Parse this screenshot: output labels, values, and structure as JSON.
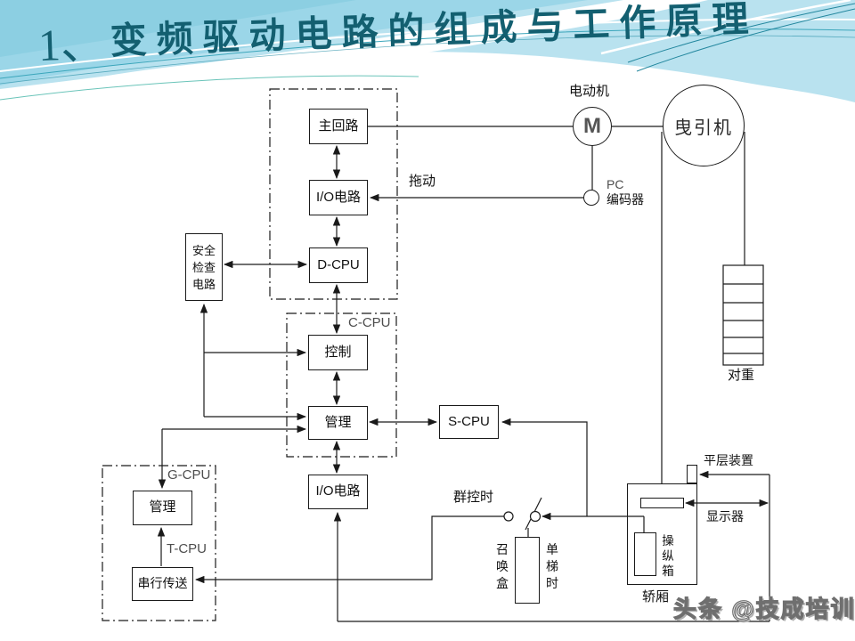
{
  "title": {
    "number": "1、",
    "text": "变频驱动电路的组成与工作原理"
  },
  "diagram": {
    "drive_box": {
      "main_circuit": "主回路",
      "io_circuit": "I/O电路",
      "d_cpu": "D-CPU"
    },
    "safety_circuit": "安全检查电路",
    "c_cpu": {
      "label": "C-CPU",
      "control": "控制",
      "manage": "管理"
    },
    "s_cpu": "S-CPU",
    "io_circuit_lower": "I/O电路",
    "g_cpu": {
      "label": "G-CPU",
      "manage": "管理"
    },
    "t_cpu": {
      "label": "T-CPU",
      "serial_transfer": "串行传送"
    },
    "motor": {
      "label": "电动机",
      "symbol": "M"
    },
    "encoder": {
      "abbr": "PC",
      "name": "编码器"
    },
    "drag": "拖动",
    "traction_machine": "曳引机",
    "counterweight": "对重",
    "call_switch": {
      "group_mode": "群控时",
      "call_box": "召唤盒",
      "single_mode": "单梯时"
    },
    "car": {
      "label": "轿厢",
      "panel": "操纵箱",
      "display": "显示器",
      "leveling_device": "平层装置"
    }
  },
  "watermark": "头条 @技成培训"
}
